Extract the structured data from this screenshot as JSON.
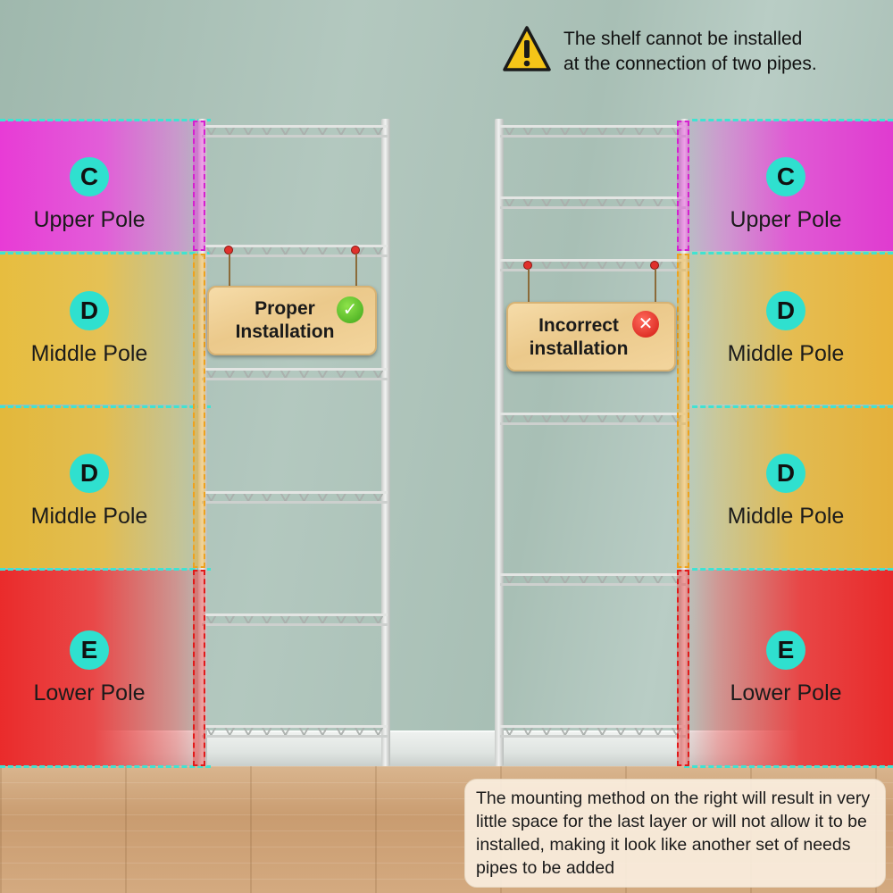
{
  "warning": {
    "text_line1": "The shelf cannot be installed",
    "text_line2": "at the connection of two pipes.",
    "icon": "warning-triangle-icon"
  },
  "left_labels": [
    {
      "letter": "C",
      "name": "Upper Pole"
    },
    {
      "letter": "D",
      "name": "Middle Pole"
    },
    {
      "letter": "D",
      "name": "Middle Pole"
    },
    {
      "letter": "E",
      "name": "Lower Pole"
    }
  ],
  "right_labels": [
    {
      "letter": "C",
      "name": "Upper Pole"
    },
    {
      "letter": "D",
      "name": "Middle Pole"
    },
    {
      "letter": "D",
      "name": "Middle Pole"
    },
    {
      "letter": "E",
      "name": "Lower Pole"
    }
  ],
  "signs": {
    "proper_line1": "Proper",
    "proper_line2": "Installation",
    "incorrect_line1": "Incorrect",
    "incorrect_line2": "installation"
  },
  "note": {
    "text": "The mounting method on the right will result in very little space for the last layer or will not allow it to be installed, making it look like another set of needs pipes to be added"
  },
  "colors": {
    "upper_pole": "#e83bd6",
    "middle_pole": "#e7bd3f",
    "lower_pole": "#ea2b2b",
    "letter_badge": "#2fe0cf",
    "dash_line": "#3fe3d2"
  }
}
